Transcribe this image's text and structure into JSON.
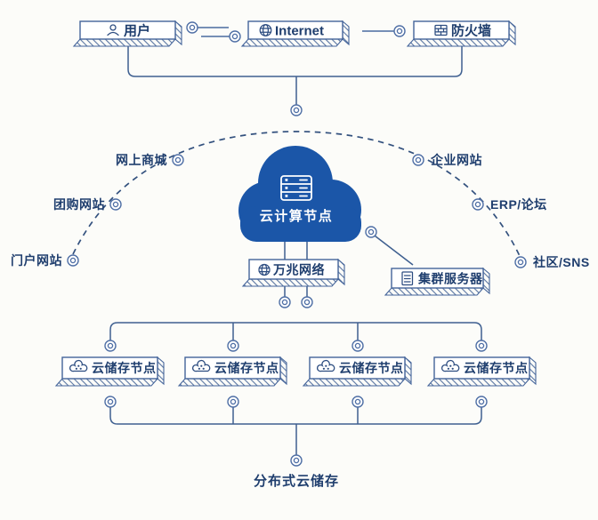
{
  "nodes": {
    "user": {
      "label": "用户"
    },
    "internet": {
      "label": "Internet"
    },
    "firewall": {
      "label": "防火墙"
    },
    "cloud_compute": {
      "label": "云计算节点"
    },
    "network_10g": {
      "label": "万兆网络"
    },
    "cluster_server": {
      "label": "集群服务器"
    },
    "storage_nodes": [
      {
        "label": "云储存节点"
      },
      {
        "label": "云储存节点"
      },
      {
        "label": "云储存节点"
      },
      {
        "label": "云储存节点"
      }
    ],
    "distributed_storage": {
      "label": "分布式云储存"
    }
  },
  "website_labels": {
    "left": [
      "网上商城",
      "团购网站",
      "门户网站"
    ],
    "right": [
      "企业网站",
      "ERP/论坛",
      "社区/SNS"
    ]
  },
  "colors": {
    "cloud_fill": "#1b56a8",
    "line": "#3e5f90",
    "text": "#1f3e6e",
    "box_border": "#44649a",
    "background": "#fcfcf9"
  }
}
